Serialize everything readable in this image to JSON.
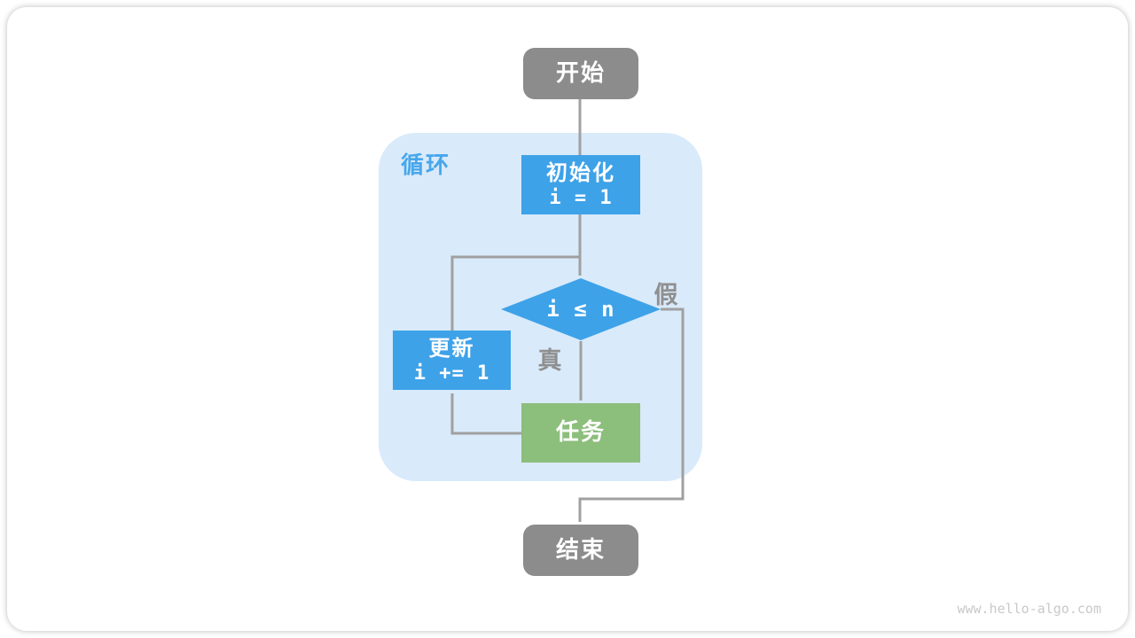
{
  "page": {
    "watermark": "www.hello-algo.com"
  },
  "diagram": {
    "type": "flowchart",
    "loop_label": "循环",
    "nodes": {
      "start": {
        "label": "开始"
      },
      "init": {
        "label": "初始化",
        "code": "i = 1"
      },
      "condition": {
        "label": "i ≤ n"
      },
      "update": {
        "label": "更新",
        "code": "i += 1"
      },
      "task": {
        "label": "任务"
      },
      "end": {
        "label": "结束"
      }
    },
    "edges": {
      "true_label": "真",
      "false_label": "假",
      "flow": [
        "start -> init",
        "init -> condition",
        "condition -(真)-> task",
        "task -> update",
        "update -> condition",
        "condition -(假)-> end"
      ]
    },
    "colors": {
      "node_gray": "#8C8C8C",
      "node_blue": "#3EA2E8",
      "node_green": "#8CBE7C",
      "panel_blue": "#D9EAFA",
      "label_blue": "#47A7EC",
      "line_gray": "#A0A0A0",
      "edge_text_gray": "#8F8F8F",
      "watermark_gray": "#C9C9C9"
    }
  }
}
